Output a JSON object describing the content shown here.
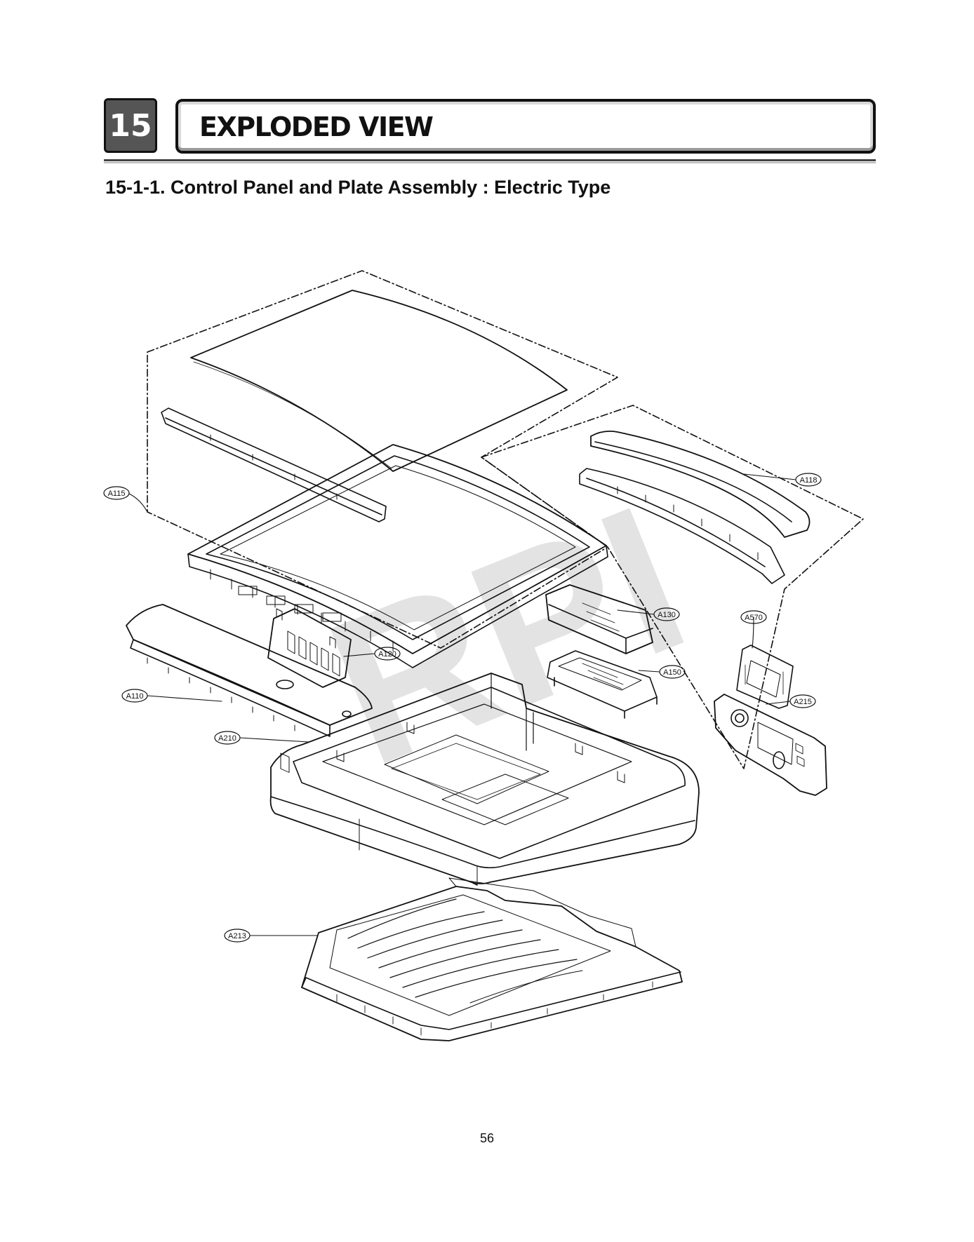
{
  "chapter": {
    "number": "15",
    "title": "EXPLODED VIEW"
  },
  "section": {
    "title": "15-1-1. Control Panel and Plate Assembly : Electric Type"
  },
  "watermark": "RPI",
  "parts": [
    {
      "id": "A115",
      "label": "A115"
    },
    {
      "id": "A118",
      "label": "A118"
    },
    {
      "id": "A130",
      "label": "A130"
    },
    {
      "id": "A570",
      "label": "A570"
    },
    {
      "id": "A120",
      "label": "A120"
    },
    {
      "id": "A150",
      "label": "A150"
    },
    {
      "id": "A110",
      "label": "A110"
    },
    {
      "id": "A215",
      "label": "A215"
    },
    {
      "id": "A210",
      "label": "A210"
    },
    {
      "id": "A213",
      "label": "A213"
    }
  ],
  "page": {
    "number": "56"
  }
}
